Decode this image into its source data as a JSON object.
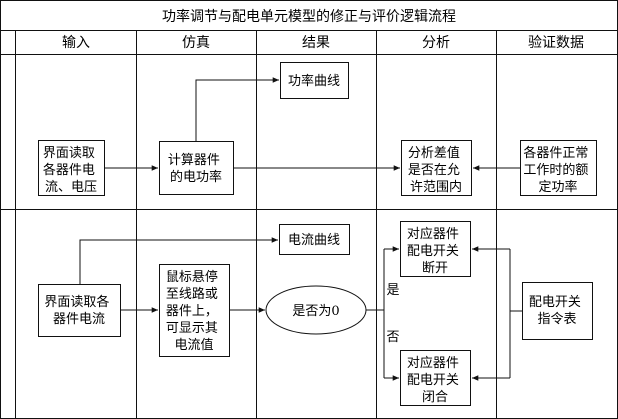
{
  "title": "功率调节与配电单元模型的修正与评价逻辑流程",
  "columns": [
    "输入",
    "仿真",
    "结果",
    "分析",
    "验证数据"
  ],
  "boxes": {
    "input1": [
      "界面读取",
      "各器件电",
      "流、电压"
    ],
    "sim1": [
      "计算器件",
      "的电功率"
    ],
    "power_curve": [
      "功率曲线"
    ],
    "analysis1": [
      "分析差值",
      "是否在允",
      "许范围内"
    ],
    "verify1": [
      "各器件正常",
      "工作时的额",
      "定功率"
    ],
    "current_curve": [
      "电流曲线"
    ],
    "input2": [
      "界面读取各",
      "器件电流"
    ],
    "sim2": [
      "鼠标悬停",
      "至线路或",
      "器件上，",
      "可显示其",
      "电流值"
    ],
    "decision": [
      "是否为0"
    ],
    "open": [
      "对应器件",
      "配电开关",
      "断开"
    ],
    "close": [
      "对应器件",
      "配电开关",
      "闭合"
    ],
    "verify2": [
      "配电开关",
      "指令表"
    ]
  },
  "branch_labels": {
    "yes": "是",
    "no": "否"
  }
}
